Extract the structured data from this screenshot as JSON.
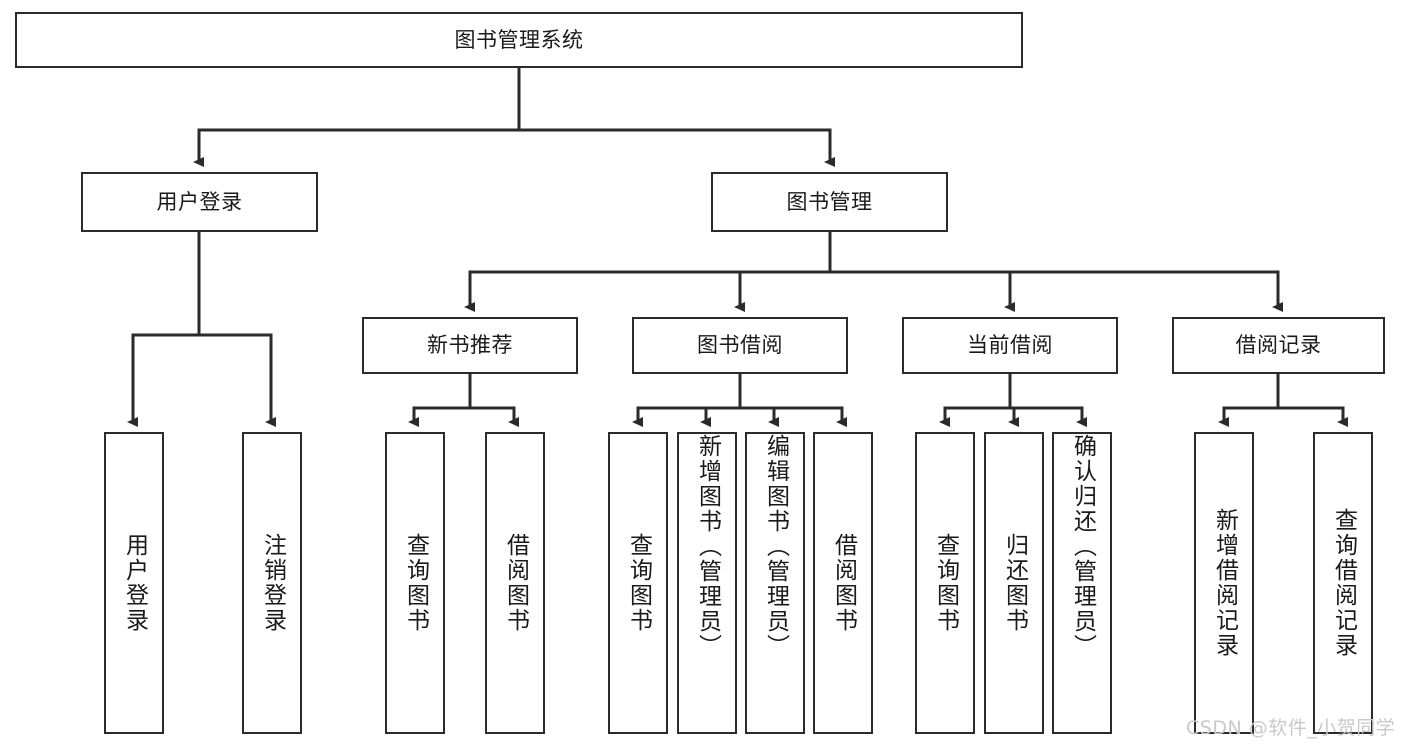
{
  "diagram": {
    "title": "图书管理系统",
    "type": "tree-hierarchy",
    "watermark": "CSDN @软件_小贺同学",
    "colors": {
      "border": "#2b2b2b",
      "background": "#ffffff",
      "text": "#1a1a1a",
      "watermark": "#c9c9c9"
    },
    "levels": {
      "root": {
        "label": "图书管理系统"
      },
      "level2": [
        {
          "label": "用户登录"
        },
        {
          "label": "图书管理"
        }
      ],
      "level3": [
        {
          "label": "新书推荐"
        },
        {
          "label": "图书借阅"
        },
        {
          "label": "当前借阅"
        },
        {
          "label": "借阅记录"
        }
      ],
      "leaves": {
        "user_login": [
          {
            "label": "用户登录"
          },
          {
            "label": "注销登录"
          }
        ],
        "new_book_recommend": [
          {
            "label": "查询图书"
          },
          {
            "label": "借阅图书"
          }
        ],
        "book_borrow": [
          {
            "label": "查询图书"
          },
          {
            "label": "新增图书（管理员）"
          },
          {
            "label": "编辑图书（管理员）"
          },
          {
            "label": "借阅图书"
          }
        ],
        "current_borrow": [
          {
            "label": "查询图书"
          },
          {
            "label": "归还图书"
          },
          {
            "label": "确认归还（管理员）"
          }
        ],
        "borrow_record": [
          {
            "label": "新增借阅记录"
          },
          {
            "label": "查询借阅记录"
          }
        ]
      }
    }
  }
}
